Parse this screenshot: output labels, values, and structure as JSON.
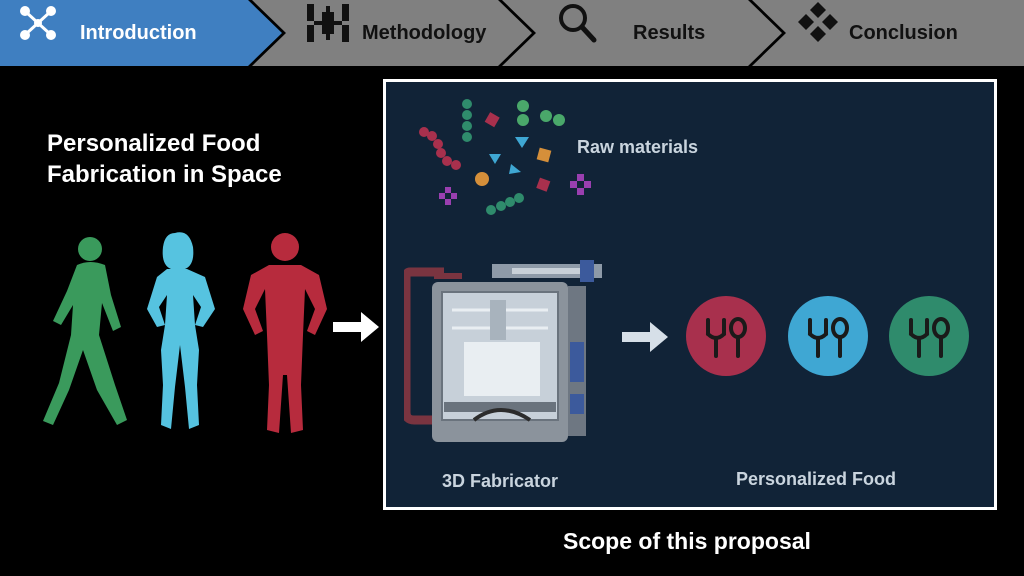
{
  "nav": {
    "steps": [
      {
        "label": "Introduction",
        "icon": "molecule-icon",
        "active": true
      },
      {
        "label": "Methodology",
        "icon": "space-station-icon",
        "active": false
      },
      {
        "label": "Results",
        "icon": "magnifier-icon",
        "active": false
      },
      {
        "label": "Conclusion",
        "icon": "diamond-cluster-icon",
        "active": false
      }
    ],
    "colors": {
      "active": "#3f7fc1",
      "inactive": "#808080",
      "active_text": "#ffffff",
      "inactive_text": "#111111"
    }
  },
  "main": {
    "title_line1": "Personalized Food",
    "title_line2": "Fabrication in Space",
    "people": [
      {
        "icon": "walking-person-icon",
        "color": "#3a9a5c"
      },
      {
        "icon": "woman-standing-icon",
        "color": "#56c3e0"
      },
      {
        "icon": "man-standing-icon",
        "color": "#b72b3d"
      }
    ]
  },
  "scope": {
    "raw_materials_label": "Raw materials",
    "fabricator_label": "3D Fabricator",
    "food_label": "Personalized Food",
    "caption": "Scope of this proposal",
    "plate_colors": [
      "#a8304d",
      "#3fa7d3",
      "#2f8b6c"
    ]
  }
}
